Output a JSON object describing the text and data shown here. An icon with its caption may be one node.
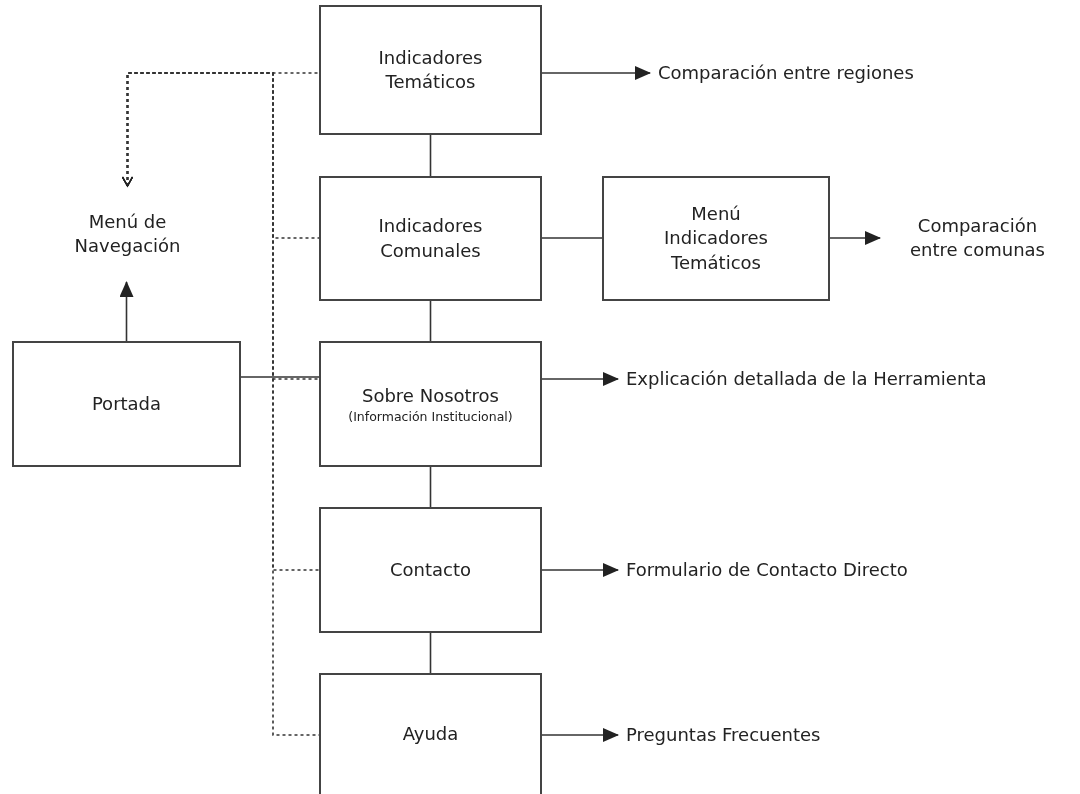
{
  "diagram": {
    "nodes": [
      {
        "text": [
          "Indicadores Temáticos"
        ]
      },
      {
        "text": [
          "Comparación entre regiones"
        ]
      },
      {
        "text": [
          "Menú de Navegación"
        ]
      },
      {
        "text": [
          "Indicadores Comunales"
        ]
      },
      {
        "text": [
          "Menú Indicadores Temáticos"
        ]
      },
      {
        "text": [
          "Comparación entre comunas"
        ]
      },
      {
        "text": [
          "Portada"
        ]
      },
      {
        "text": [
          "Sobre Nosotros",
          "(Información Institucional)"
        ]
      },
      {
        "text": [
          "Explicación detallada de la Herramienta"
        ]
      },
      {
        "text": [
          "Contacto"
        ]
      },
      {
        "text": [
          "Formulario de Contacto Directo"
        ]
      },
      {
        "text": [
          "Ayuda"
        ]
      },
      {
        "text": [
          "Preguntas Frecuentes"
        ]
      }
    ],
    "edges": [
      {
        "from": 0,
        "to": 1,
        "arrow": "to"
      },
      {
        "from": 0,
        "to": 3,
        "arrow": "none"
      },
      {
        "from": 3,
        "to": 4,
        "arrow": "none"
      },
      {
        "from": 4,
        "to": 5,
        "arrow": "to"
      },
      {
        "from": 3,
        "to": 7,
        "arrow": "none"
      },
      {
        "from": 6,
        "to": 2,
        "arrow": "to"
      },
      {
        "from": 6,
        "to": 7,
        "arrow": "none"
      },
      {
        "from": 7,
        "to": 8,
        "arrow": "to"
      },
      {
        "from": 7,
        "to": 9,
        "arrow": "none"
      },
      {
        "from": 9,
        "to": 10,
        "arrow": "to"
      },
      {
        "from": 9,
        "to": 11,
        "arrow": "none"
      },
      {
        "from": 11,
        "to": 12,
        "arrow": "to"
      },
      {
        "from": 0,
        "to": 2,
        "arrow": "to",
        "style": "dashed"
      },
      {
        "from": 3,
        "to": 2,
        "arrow": "to",
        "style": "dashed"
      },
      {
        "from": 7,
        "to": 2,
        "arrow": "to",
        "style": "dashed"
      },
      {
        "from": 9,
        "to": 2,
        "arrow": "to",
        "style": "dashed"
      },
      {
        "from": 11,
        "to": 2,
        "arrow": "to",
        "style": "dashed"
      }
    ]
  }
}
